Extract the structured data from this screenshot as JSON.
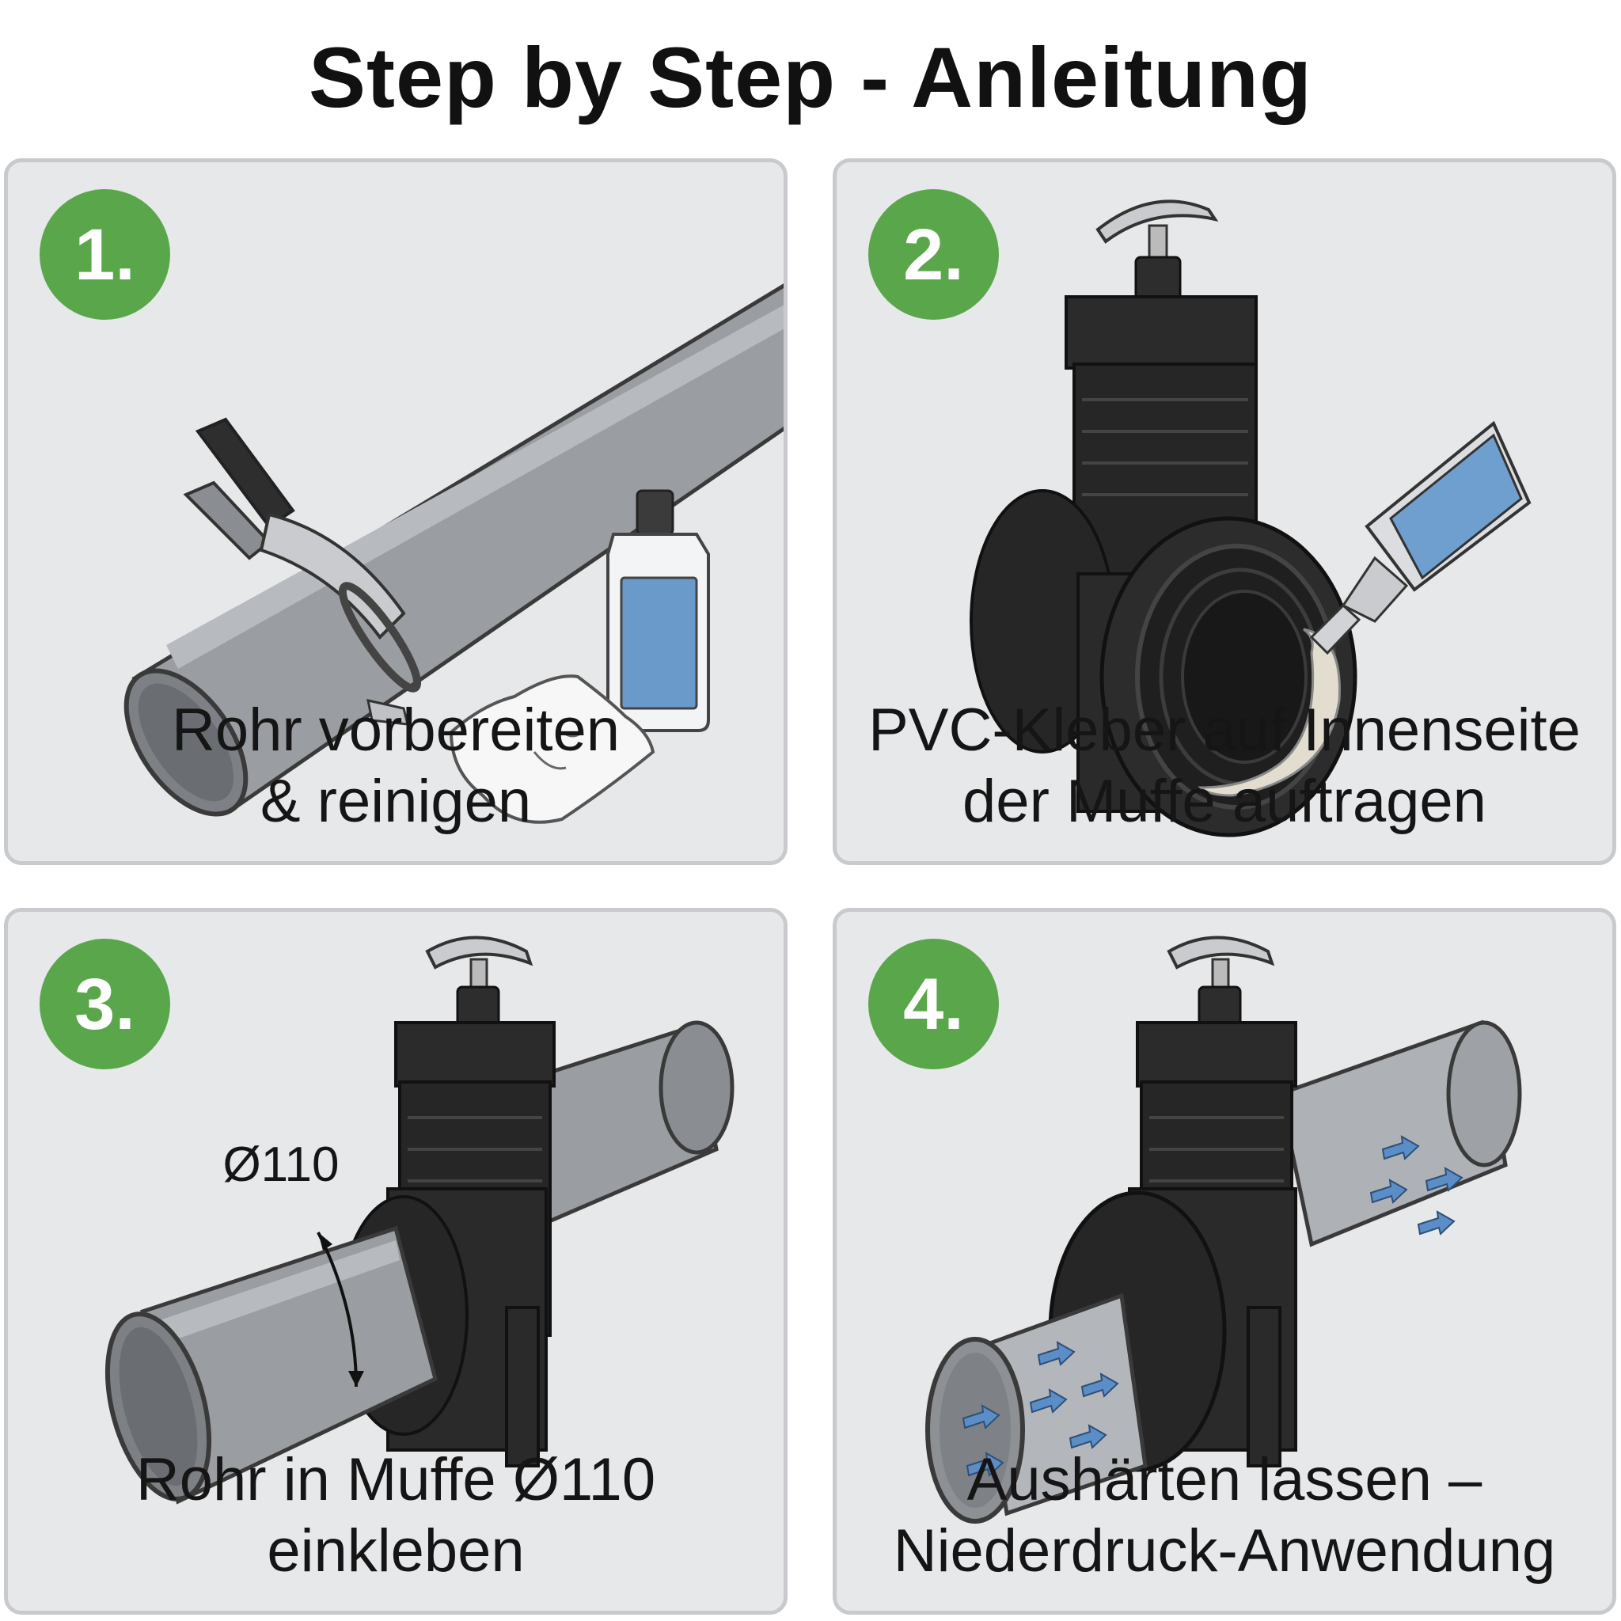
{
  "title": "Step by Step - Anleitung",
  "steps": [
    {
      "number": "1.",
      "line1": "Rohr vorbereiten",
      "line2": "& reinigen"
    },
    {
      "number": "2.",
      "line1": "PVC-Kleber auf Innenseite",
      "line2": "der Muffe auftragen"
    },
    {
      "number": "3.",
      "line1": "Rohr in Muffe Ø110",
      "line2": "einkleben",
      "dimension_label": "Ø110"
    },
    {
      "number": "4.",
      "line1": "Aushärten lassen –",
      "line2": "Niederdruck-Anwendung"
    }
  ],
  "colors": {
    "badge": "#5aa64a",
    "panel_background": "#e7e8ea",
    "pipe": "#9a9ea3",
    "valve": "#2a2a2a",
    "glue_tube": "#6f9fcf",
    "flow_arrows": "#5b8ec7"
  },
  "icons": [
    "pipe-cutter-icon",
    "cleaner-bottle-icon",
    "cloth-icon",
    "gate-valve-icon",
    "glue-tube-icon",
    "flow-arrow-icon"
  ]
}
